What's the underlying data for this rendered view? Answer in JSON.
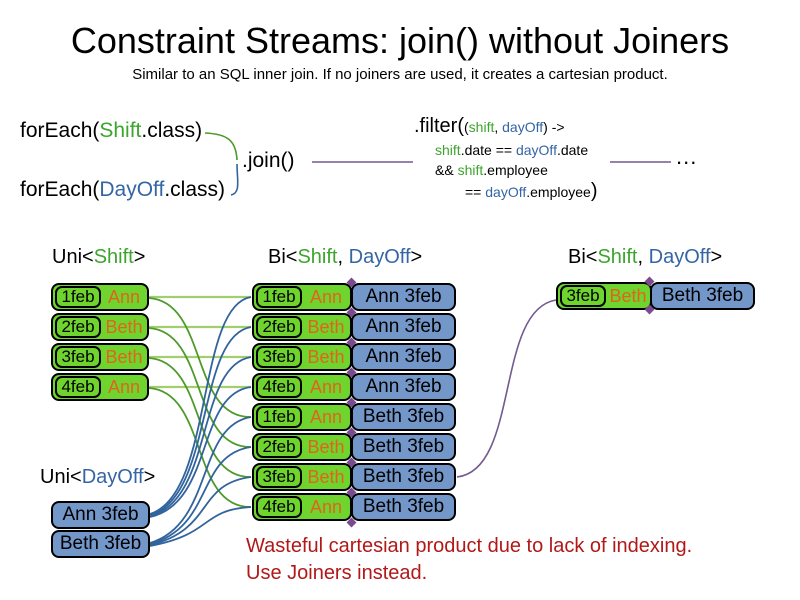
{
  "title": "Constraint Streams: join() without Joiners",
  "subtitle": "Similar to an SQL inner join. If no joiners are used, it creates a cartesian product.",
  "code": {
    "foreach_shift": {
      "fn": "forEach(",
      "cls": "Shift",
      "end": ".class)"
    },
    "foreach_dayoff": {
      "fn": "forEach(",
      "cls": "DayOff",
      "end": ".class)"
    },
    "join": ".join()",
    "ellipsis": "...",
    "filter": {
      "big_open": ".filter(",
      "p_open": "(",
      "arg_shift": "shift",
      "comma": ", ",
      "arg_dayoff": "dayOff",
      "p_close_arrow": ") ->",
      "l2_shift": "shift",
      "l2_mid": ".date == ",
      "l2_dayoff": "dayOff",
      "l2_end": ".date",
      "l3_amp": "&& ",
      "l3_shift": "shift",
      "l3_end": ".employee",
      "l4_eq": "== ",
      "l4_dayoff": "dayOff",
      "l4_end": ".employee",
      "big_close": ")"
    }
  },
  "headers": {
    "uni_shift": {
      "pre": "Uni<",
      "type": "Shift",
      "post": ">"
    },
    "bi_mid": {
      "pre": "Bi<",
      "t1": "Shift",
      "sep": ", ",
      "t2": "DayOff",
      "post": ">"
    },
    "bi_right": {
      "pre": "Bi<",
      "t1": "Shift",
      "sep": ", ",
      "t2": "DayOff",
      "post": ">"
    },
    "uni_dayoff": {
      "pre": "Uni<",
      "type": "DayOff",
      "post": ">"
    }
  },
  "left_column": {
    "rows": [
      {
        "date": "1feb",
        "employee": "Ann"
      },
      {
        "date": "2feb",
        "employee": "Beth"
      },
      {
        "date": "3feb",
        "employee": "Beth"
      },
      {
        "date": "4feb",
        "employee": "Ann"
      }
    ]
  },
  "middle_column": {
    "rows": [
      {
        "date": "1feb",
        "employee": "Ann",
        "dayoff": "Ann 3feb"
      },
      {
        "date": "2feb",
        "employee": "Beth",
        "dayoff": "Ann 3feb"
      },
      {
        "date": "3feb",
        "employee": "Beth",
        "dayoff": "Ann 3feb"
      },
      {
        "date": "4feb",
        "employee": "Ann",
        "dayoff": "Ann 3feb"
      },
      {
        "date": "1feb",
        "employee": "Ann",
        "dayoff": "Beth 3feb"
      },
      {
        "date": "2feb",
        "employee": "Beth",
        "dayoff": "Beth 3feb"
      },
      {
        "date": "3feb",
        "employee": "Beth",
        "dayoff": "Beth 3feb"
      },
      {
        "date": "4feb",
        "employee": "Ann",
        "dayoff": "Beth 3feb"
      }
    ]
  },
  "right_column": {
    "rows": [
      {
        "date": "3feb",
        "employee": "Beth",
        "dayoff": "Beth 3feb"
      }
    ]
  },
  "dayoff_column": {
    "rows": [
      {
        "label": "Ann 3feb"
      },
      {
        "label": "Beth 3feb"
      }
    ]
  },
  "warning": {
    "line1": "Wasteful cartesian product due to lack of indexing.",
    "line2": "Use Joiners instead."
  },
  "colors": {
    "shift_fill": "#6FD42E",
    "dayoff_fill": "#7397C9",
    "employee_text": "#E2631E",
    "shift_code_text": "#3CA52D",
    "dayoff_code_text": "#3465A4",
    "wire_green_light": "#A3CE6E",
    "wire_green": "#4E9A2A",
    "wire_blue": "#31639C",
    "wire_purple": "#735A8F",
    "diamond": "#7A4C8F",
    "warning_red": "#B21818"
  }
}
